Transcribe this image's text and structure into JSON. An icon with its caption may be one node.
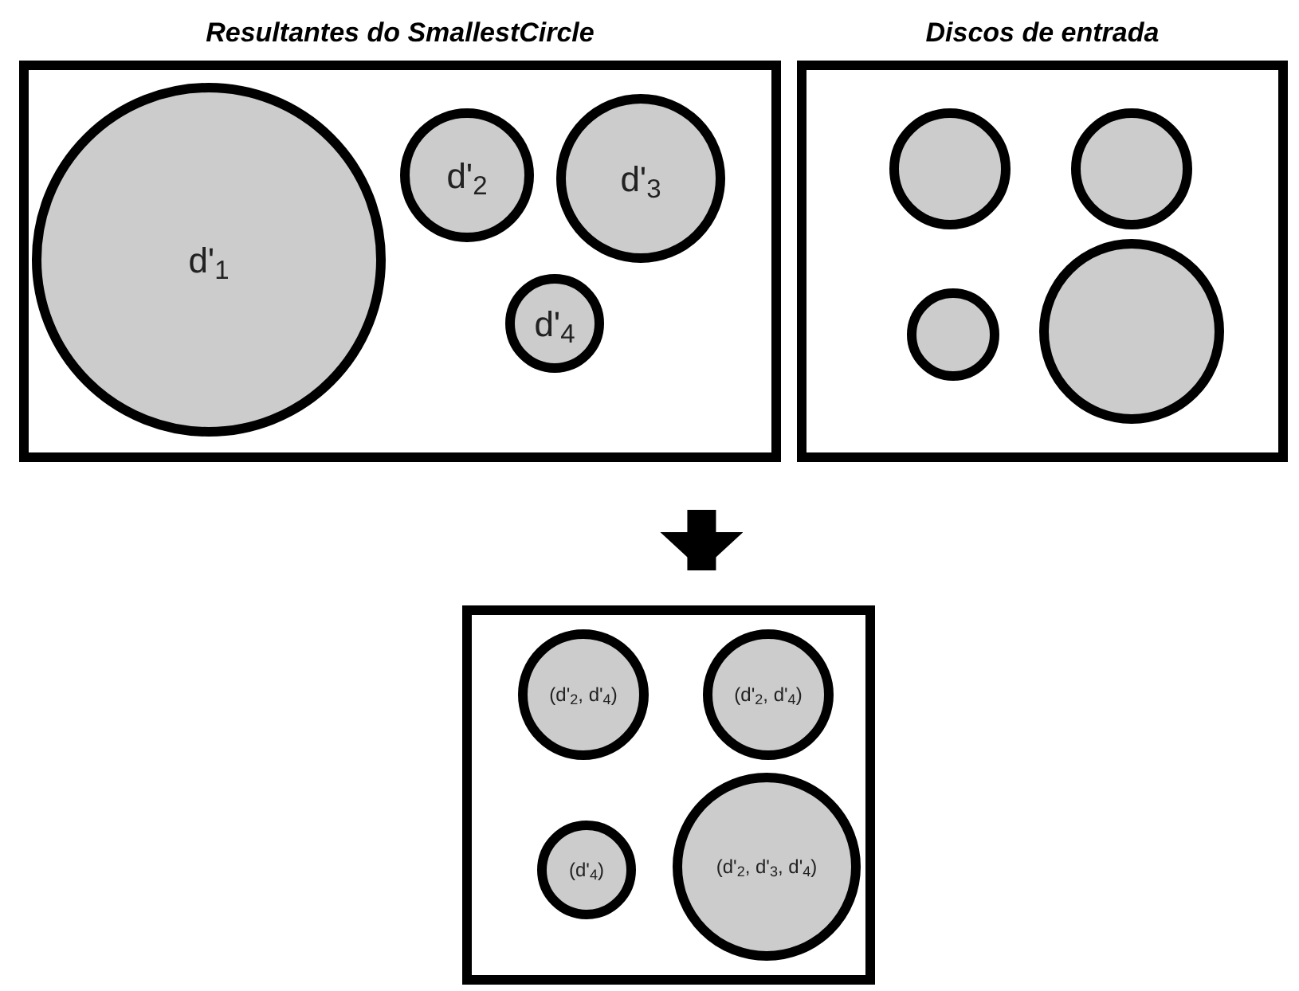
{
  "diagram": {
    "nodes": [
      {
        "text": [
          "Resultantes do SmallestCircle"
        ]
      },
      {
        "text": [
          "d'$_{1}$"
        ],
        "in": 0
      },
      {
        "text": [
          "d'$_{2}$"
        ],
        "in": 0
      },
      {
        "text": [
          "d'$_{3}$"
        ],
        "in": 0
      },
      {
        "text": [
          "d'$_{4}$"
        ],
        "in": 0
      },
      {
        "text": [
          "Discos de entrada"
        ]
      },
      {
        "text": [],
        "shape": "circle",
        "in": 5
      },
      {
        "text": [],
        "shape": "circle",
        "in": 5
      },
      {
        "text": [],
        "shape": "circle",
        "in": 5
      },
      {
        "text": [],
        "shape": "circle",
        "in": 5
      },
      {
        "text": [],
        "shape": "box"
      },
      {
        "text": [
          "(d'$_{2}$, d'$_{4}$)"
        ],
        "in": 10
      },
      {
        "text": [
          "(d'$_{2}$, d'$_{4}$)"
        ],
        "in": 10
      },
      {
        "text": [
          "(d'$_{4}$)"
        ],
        "in": 10
      },
      {
        "text": [
          "(d'$_{2}$, d'$_{3}$, d'$_{4}$)"
        ],
        "in": 10
      }
    ],
    "edges": [
      {
        "from": null,
        "to": 10,
        "arrow": "to"
      }
    ]
  }
}
